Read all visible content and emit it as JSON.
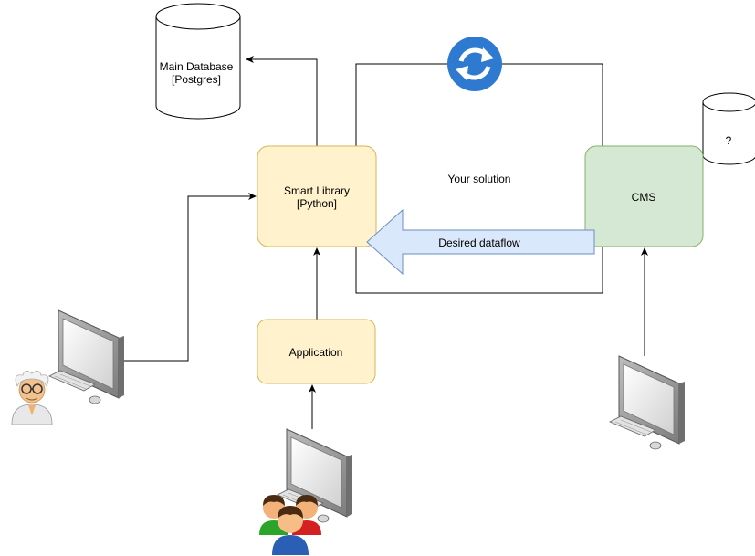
{
  "nodes": {
    "main_database": {
      "line1": "Main Database",
      "line2": "[Postgres]"
    },
    "unknown_store": {
      "label": "?"
    },
    "smart_library": {
      "line1": "Smart Library",
      "line2": "[Python]"
    },
    "cms": {
      "label": "CMS"
    },
    "application": {
      "label": "Application"
    }
  },
  "labels": {
    "your_solution": "Your solution",
    "desired_dataflow": "Desired dataflow"
  },
  "icons": {
    "sync": "sync-icon",
    "admin_workstation": "computer-icon",
    "admin_person": "scientist-icon",
    "user_workstation": "computer-icon",
    "users_group": "users-group-icon",
    "cms_workstation": "computer-icon"
  },
  "colors": {
    "smart_library_fill": "#fff2cc",
    "smart_library_stroke": "#d6b656",
    "cms_fill": "#d5e8d4",
    "cms_stroke": "#82b366",
    "dataflow_fill": "#dae8fc",
    "dataflow_stroke": "#6c8ebf",
    "sync_icon": "#2f7ad1"
  }
}
